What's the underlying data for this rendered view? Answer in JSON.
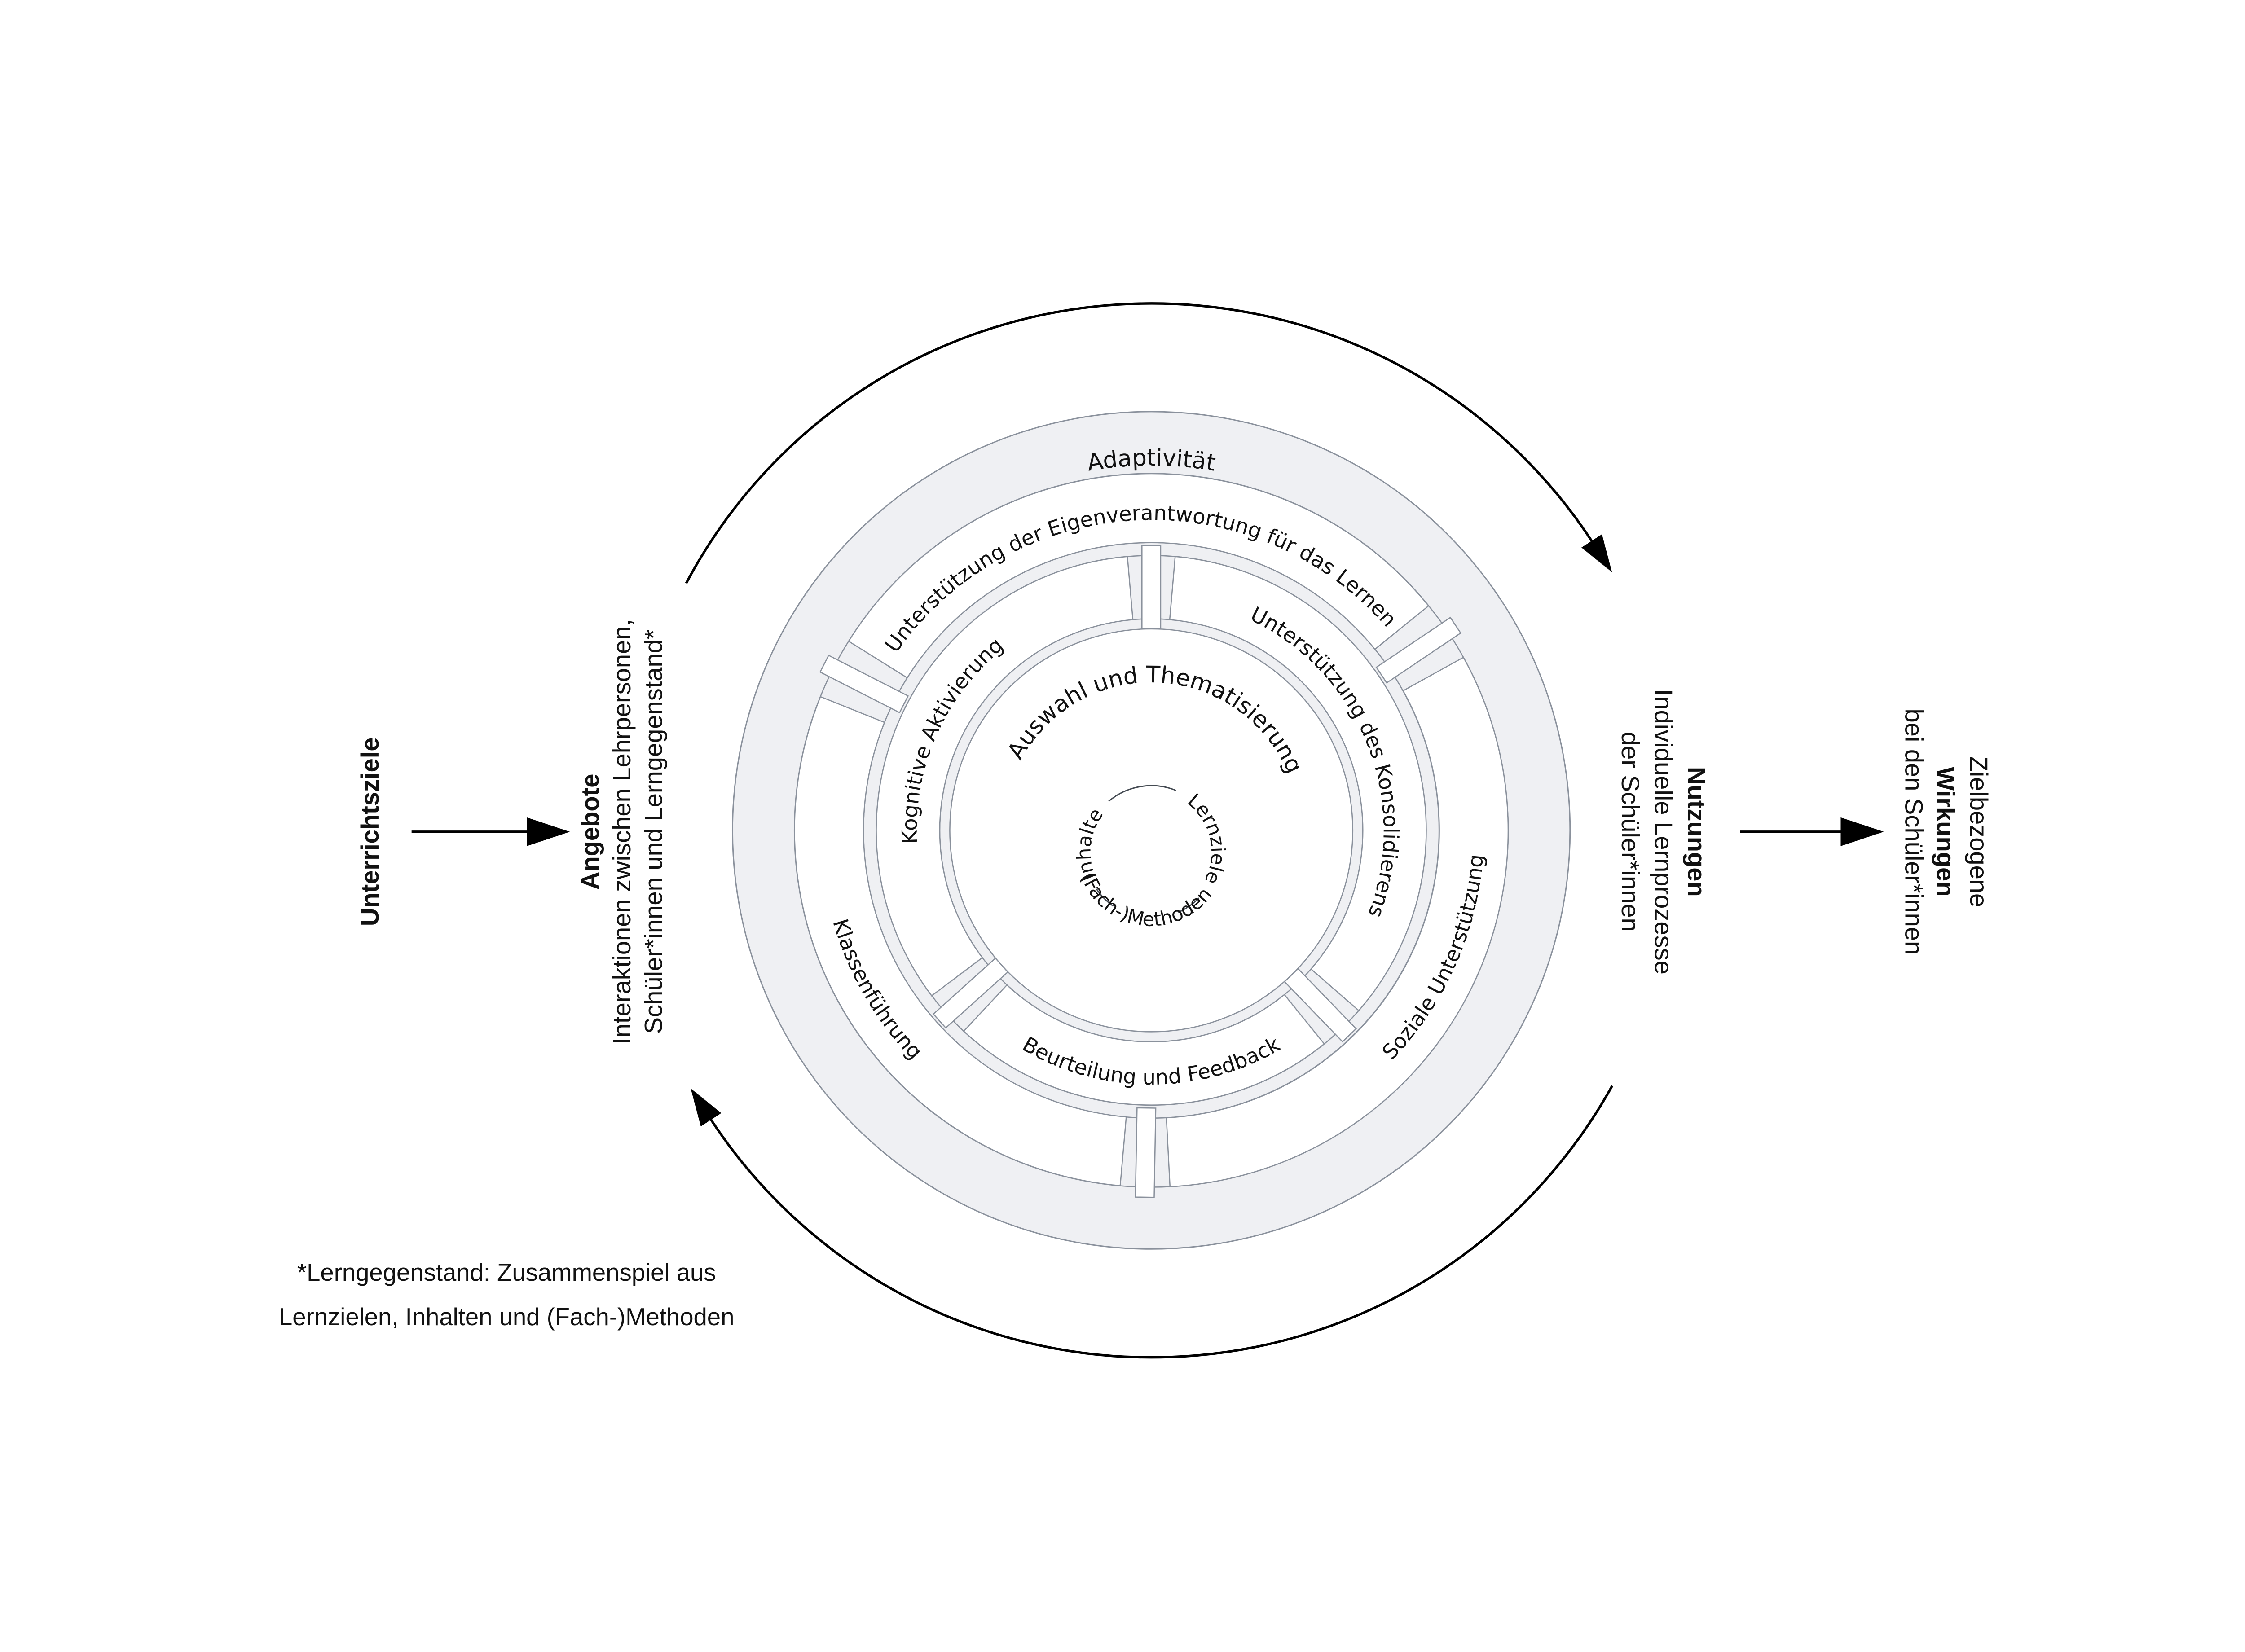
{
  "diagram": {
    "outer_ring": {
      "label": "Adaptivität"
    },
    "ring_middle": {
      "segments": [
        "Unterstützung der Eigenverantwortung für das Lernen",
        "Soziale Unterstützung",
        "Klassenführung"
      ]
    },
    "ring_inner": {
      "segments": [
        "Unterstützung des Konsolidierens",
        "Beurteilung und Feedback",
        "Kognitive Aktivierung"
      ]
    },
    "inner_circle": {
      "label": "Auswahl und Thematisierung"
    },
    "core": {
      "items": [
        "Inhalte",
        "Lernziele",
        "(Fach-)Methoden"
      ]
    }
  },
  "left_flow": {
    "source": "Unterrichtsziele",
    "target_title": "Angebote",
    "target_line2": "Interaktionen zwischen Lehrpersonen,",
    "target_line3": "Schüler*innen und Lerngegenstand*"
  },
  "right_flow": {
    "source_title": "Nutzungen",
    "source_line2": "Individuelle Lernprozesse",
    "source_line3": "der Schüler*innen",
    "target_line1": "Zielbezogene",
    "target_title": "Wirkungen",
    "target_line3": "bei den Schüler*innen"
  },
  "footnote": {
    "line1": "*Lerngegenstand: Zusammenspiel aus",
    "line2": "Lernzielen, Inhalten und (Fach-)Methoden"
  },
  "colors": {
    "ring_fill": "#eff0f3",
    "ring_stroke": "#8a919c",
    "segment_fill": "#ffffff",
    "text": "#111111",
    "arrow": "#000000"
  }
}
